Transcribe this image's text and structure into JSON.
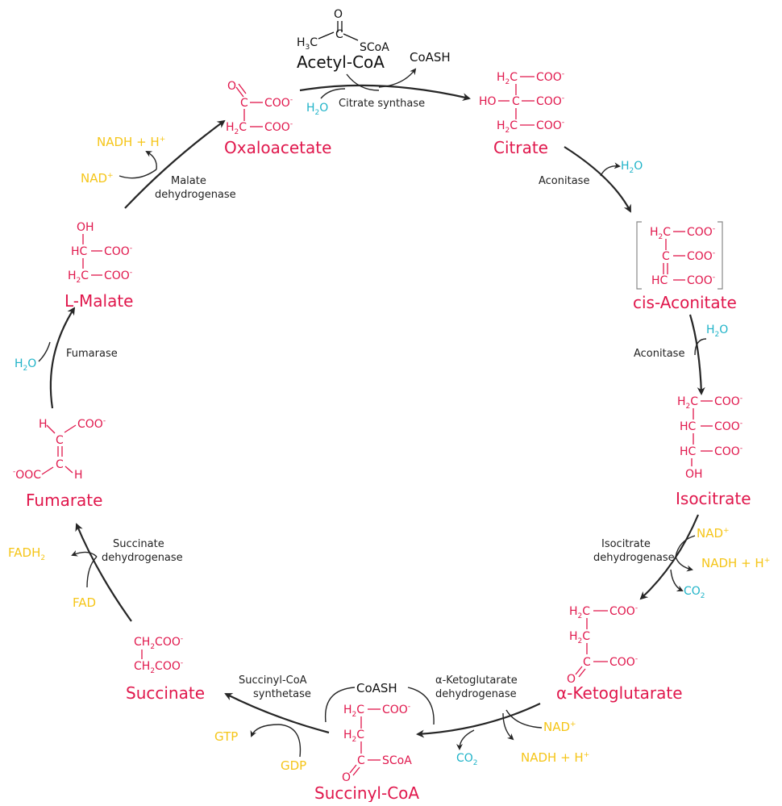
{
  "colors": {
    "compound": "#e0174c",
    "cofactor": "#f5c518",
    "water_co2": "#1fb3c8",
    "enzyme": "#222222",
    "arrow": "#262626",
    "acetyl": "#111111"
  },
  "compounds": {
    "oxaloacetate": "Oxaloacetate",
    "citrate": "Citrate",
    "cis_aconitate": "cis-Aconitate",
    "isocitrate": "Isocitrate",
    "alpha_ketoglutarate": "α-Ketoglutarate",
    "succinyl_coa": "Succinyl-CoA",
    "succinate": "Succinate",
    "fumarate": "Fumarate",
    "l_malate": "L-Malate",
    "acetyl_coa": "Acetyl-CoA"
  },
  "enzymes": {
    "citrate_synthase": "Citrate synthase",
    "aconitase_1": "Aconitase",
    "aconitase_2": "Aconitase",
    "isocitrate_dh": [
      "Isocitrate",
      "dehydrogenase"
    ],
    "akg_dh": [
      "α-Ketoglutarate",
      "dehydrogenase"
    ],
    "succinyl_coa_synthetase": [
      "Succinyl-CoA",
      "synthetase"
    ],
    "succinate_dh": [
      "Succinate",
      "dehydrogenase"
    ],
    "fumarase": "Fumarase",
    "malate_dh": [
      "Malate",
      "dehydrogenase"
    ]
  },
  "cofactors": {
    "coash": "CoASH",
    "nad": "NAD",
    "nadh": "NADH + H",
    "plus": "+",
    "fad": "FAD",
    "fadh": "FADH",
    "fadh_sub": "2",
    "gtp": "GTP",
    "gdp": "GDP",
    "h2o_h": "H",
    "h2o_o": "O",
    "co2_c": "CO",
    "two": "2"
  },
  "structures": {
    "coo": "COO",
    "minus": "-",
    "ooc": "OOC",
    "h": "H",
    "h2": "2",
    "h3": "3",
    "o": "O",
    "oh": "OH",
    "ho": "HO",
    "c": "C",
    "hc": "HC",
    "ch": "CH",
    "scoa": "SCoA",
    "ch2coo": "COO"
  }
}
